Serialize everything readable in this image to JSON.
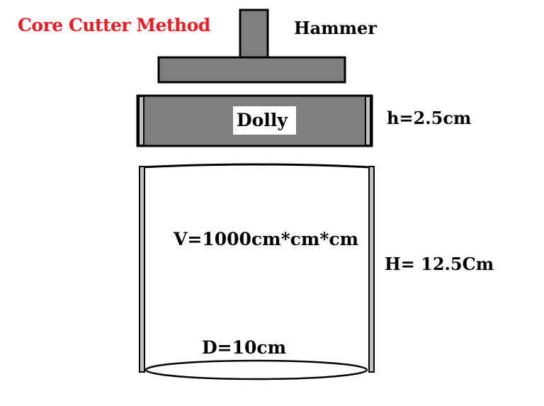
{
  "title": "Core Cutter Method",
  "labels": {
    "hammer": "Hammer",
    "dolly": "Dolly",
    "dolly_height": "h=2.5cm",
    "volume": "V=1000cm*cm*cm",
    "cutter_height": "H= 12.5Cm",
    "diameter": "D=10cm"
  },
  "colors": {
    "title": "#ed1c24",
    "fill_gray": "#7f7f7f",
    "wall_gray": "#c0c0c0",
    "outline": "#000000"
  }
}
